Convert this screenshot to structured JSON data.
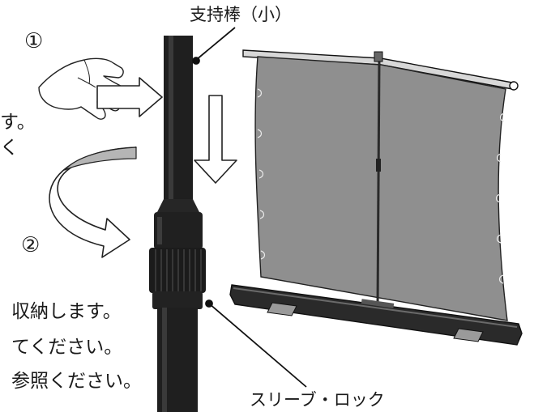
{
  "labels": {
    "support_rod_small": "支持棒（小）",
    "sleeve_lock": "スリーブ・ロック"
  },
  "steps": {
    "step1": "①",
    "step2": "②"
  },
  "instruction_fragments": {
    "line_top_a": "す。",
    "line_top_b": "く",
    "line_bottom_1": "収納します。",
    "line_bottom_2": "てください。",
    "line_bottom_3": "参照ください。"
  },
  "colors": {
    "screen_fill": "#8f8f8f",
    "rod_dark": "#1f1f1f",
    "base_dark": "#2a2a2a",
    "outline": "#111111"
  }
}
